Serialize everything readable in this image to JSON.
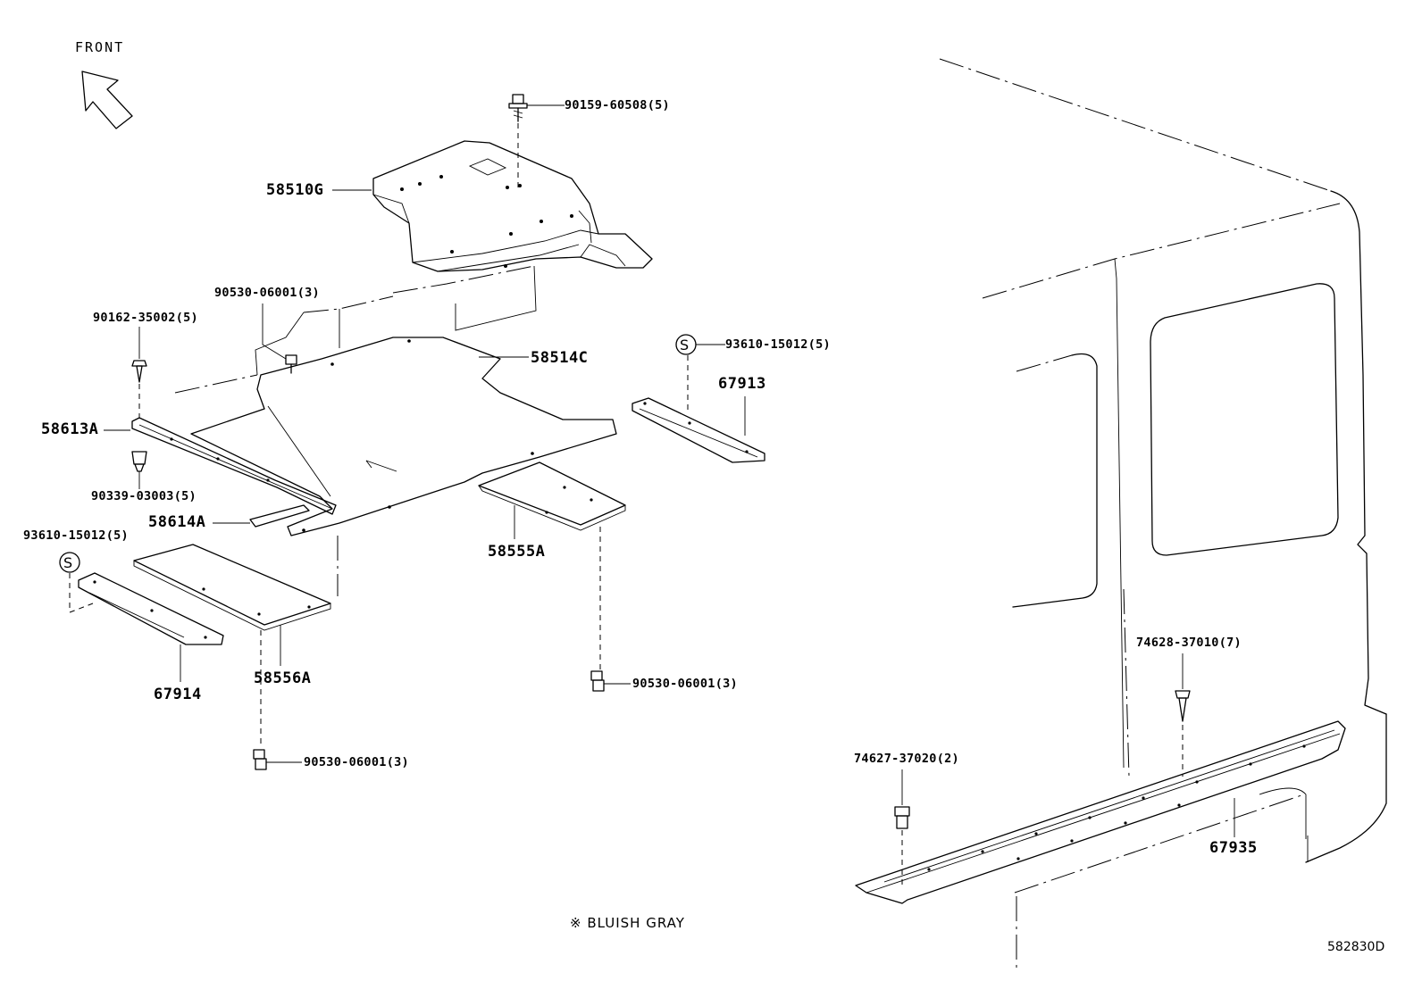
{
  "orientation": {
    "front_label": "FRONT"
  },
  "note": "※ BLUISH GRAY",
  "illustration_code": "582830D",
  "parts": {
    "p58510G": "58510G",
    "p58514C": "58514C",
    "p58613A": "58613A",
    "p58614A": "58614A",
    "p58555A": "58555A",
    "p58556A": "58556A",
    "p67913": "67913",
    "p67914": "67914",
    "p67935": "67935"
  },
  "fasteners": {
    "f90159": "90159-60508(5)",
    "f90530_top": "90530-06001(3)",
    "f90162": "90162-35002(5)",
    "f90339": "90339-03003(5)",
    "f93610_right": "93610-15012(5)",
    "f93610_left": "93610-15012(5)",
    "f90530_mid": "90530-06001(3)",
    "f90530_bottom": "90530-06001(3)",
    "f74628": "74628-37010(7)",
    "f74627": "74627-37020(2)"
  },
  "symbols": {
    "standard_part": "S"
  }
}
